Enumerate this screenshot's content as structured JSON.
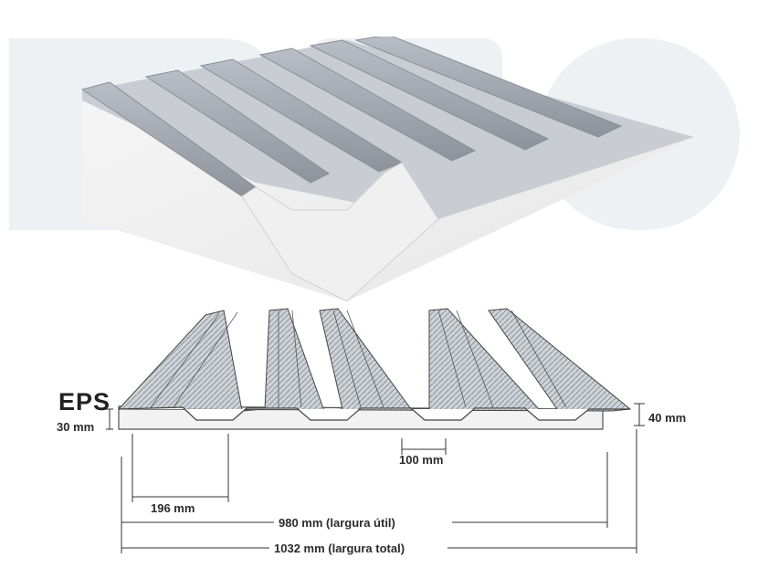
{
  "labels": {
    "eps": "EPS",
    "eps_thickness": "30 mm",
    "rib_height": "40 mm",
    "rib_top": "100 mm",
    "rib_pitch": "196 mm",
    "useful_width": "980 mm (largura útil)",
    "total_width": "1032 mm (largura total)"
  },
  "colors": {
    "metal": "#9ea3ab",
    "metal_light": "#d6d9de",
    "foam": "#efefef",
    "dim_line": "#333333",
    "watermark": "#eef1f4"
  }
}
